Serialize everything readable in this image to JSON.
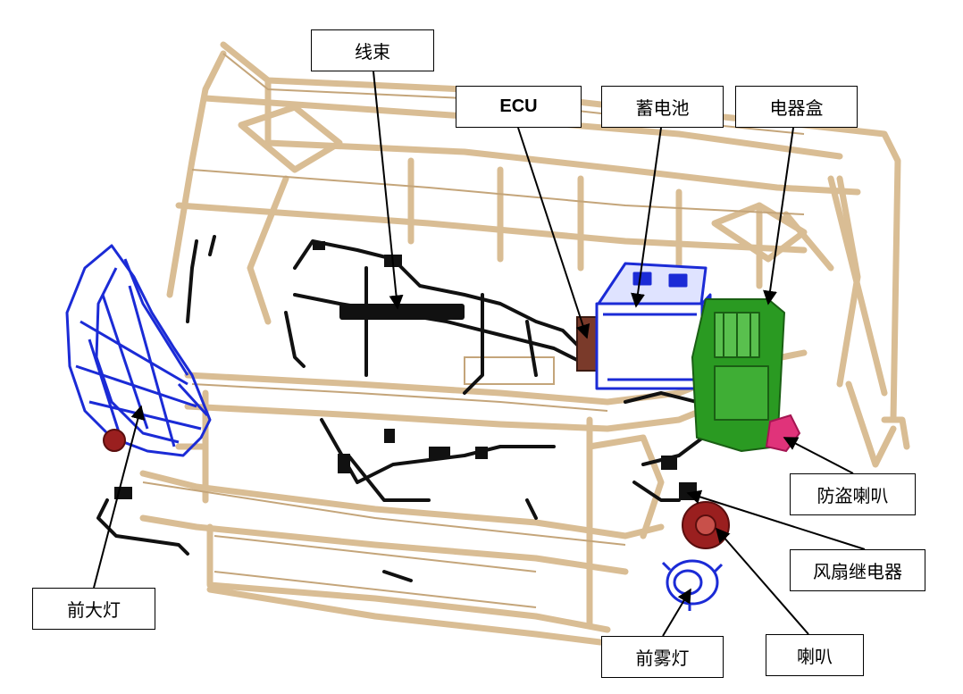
{
  "labels": {
    "harness": "线束",
    "ecu": "ECU",
    "battery": "蓄电池",
    "fuse_box": "电器盒",
    "anti_theft_horn": "防盗喇叭",
    "fan_relay": "风扇继电器",
    "horn": "喇叭",
    "fog_lamp": "前雾灯",
    "headlamp": "前大灯"
  },
  "colors": {
    "body_frame": "#d9bd94",
    "body_frame_dark": "#c4a57a",
    "headlamp": "#1b2bd6",
    "battery": "#1b2bd6",
    "fuse_box": "#2a9a22",
    "ecu": "#7a3a2a",
    "harness": "#111111",
    "anti_theft_horn": "#e0337a",
    "horn": "#9a1f1f",
    "fog_lamp": "#1b2bd6",
    "leader": "#000000"
  }
}
